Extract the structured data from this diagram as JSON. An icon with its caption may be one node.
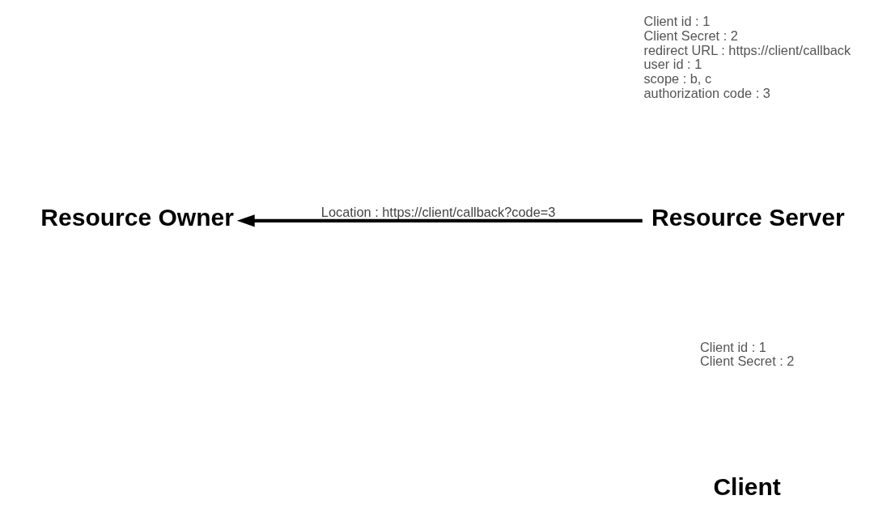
{
  "diagram": {
    "nodes": [
      {
        "text": [
          "Client"
        ],
        "beside": [
          "Client id : 1",
          "Client Secret : 2"
        ]
      },
      {
        "text": [
          "Resource Owner"
        ]
      },
      {
        "text": [
          "Resource Server"
        ],
        "beside": [
          "Client id : 1",
          "Client Secret : 2",
          "redirect URL : https://client/callback",
          "user id : 1",
          "scope : b, c",
          "authorization code : 3"
        ]
      }
    ],
    "edges": [
      {
        "from": 2,
        "to": 1,
        "arrow": "to",
        "label": "Location : https://client/callback?code=3"
      }
    ]
  }
}
